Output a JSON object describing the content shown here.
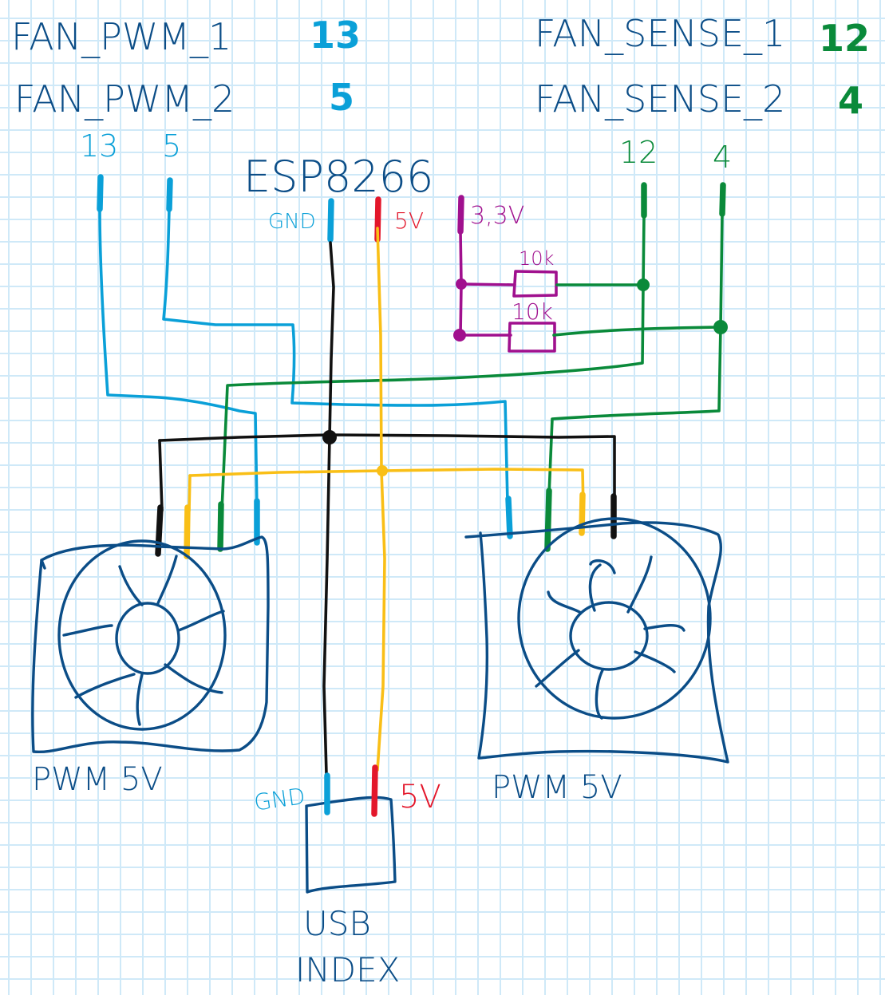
{
  "colors": {
    "ink": "#0b4d87",
    "pwm_signal": "#0aa0d8",
    "sense_signal": "#0a8a3a",
    "ground": "#111111",
    "supply_5v": "#f9bf17",
    "label_5v": "#e3172b",
    "supply_3v3": "#a0108e"
  },
  "pin_map": {
    "rows": [
      {
        "name": "FAN_PWM_1",
        "pin": "13"
      },
      {
        "name": "FAN_PWM_2",
        "pin": "5"
      },
      {
        "name": "FAN_SENSE_1",
        "pin": "12"
      },
      {
        "name": "FAN_SENSE_2",
        "pin": "4"
      }
    ]
  },
  "esp": {
    "title": "ESP8266",
    "pins": {
      "pwm1": "13",
      "pwm2": "5",
      "sense1": "12",
      "sense2": "4",
      "gnd": "GND",
      "v5": "5V",
      "v33": "3,3V"
    }
  },
  "resistors": [
    {
      "value": "10k"
    },
    {
      "value": "10k"
    }
  ],
  "fans": [
    {
      "label": "PWM 5V"
    },
    {
      "label": "PWM 5V"
    }
  ],
  "usb": {
    "gnd": "GND",
    "v5": "5V",
    "title_line1": "USB",
    "title_line2": "INDEX"
  }
}
